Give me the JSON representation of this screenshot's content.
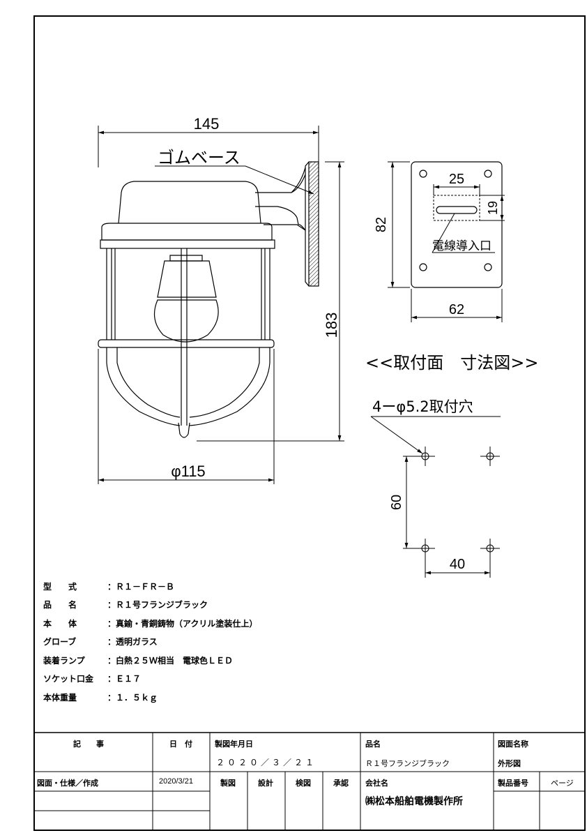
{
  "dimensions": {
    "width_total": "145",
    "rubber_base": "ゴムベース",
    "height_total": "183",
    "diameter": "φ115",
    "plate_height": "82",
    "plate_hole_span": "25",
    "plate_slot_height": "19",
    "cable_entry": "電線導入口",
    "plate_width": "62",
    "mount_title": "<<取付面　寸法図>>",
    "mount_holes": "4ーφ5.2取付穴",
    "hole_pitch_v": "60",
    "hole_pitch_h": "40"
  },
  "specs": [
    {
      "key": "型　　式",
      "value": "：Ｒ１－ＦＲ－Ｂ"
    },
    {
      "key": "品　　名",
      "value": "：Ｒ１号フランジブラック"
    },
    {
      "key": "本　　体",
      "value": "：真鍮・青銅鋳物（アクリル塗装仕上）"
    },
    {
      "key": "グローブ",
      "value": "：透明ガラス"
    },
    {
      "key": "装着ランプ",
      "value": "：白熱２５Ｗ相当　電球色ＬＥＤ"
    },
    {
      "key": "ソケット口金",
      "value": "：Ｅ１７"
    },
    {
      "key": "本体重量",
      "value": "：１．５ｋｇ"
    }
  ],
  "title_block": {
    "kiji": "記　　事",
    "hizuke": "日　付",
    "made_date_label": "製図年月日",
    "made_date": "２０２０／３／２１",
    "hinmei_label": "品名",
    "hinmei": "Ｒ１号フランジブラック",
    "zumen_meisho_label": "図面名称",
    "zumen_meisho": "外形図",
    "revision_label": "図面・仕様／作成",
    "revision_date": "2020/3/21",
    "seizu": "製図",
    "sekkei": "設計",
    "kenzu": "検図",
    "shonin": "承認",
    "company_label": "会社名",
    "company": "㈱松本船舶電機製作所",
    "product_no_label": "製品番号",
    "page_label": "ページ"
  }
}
